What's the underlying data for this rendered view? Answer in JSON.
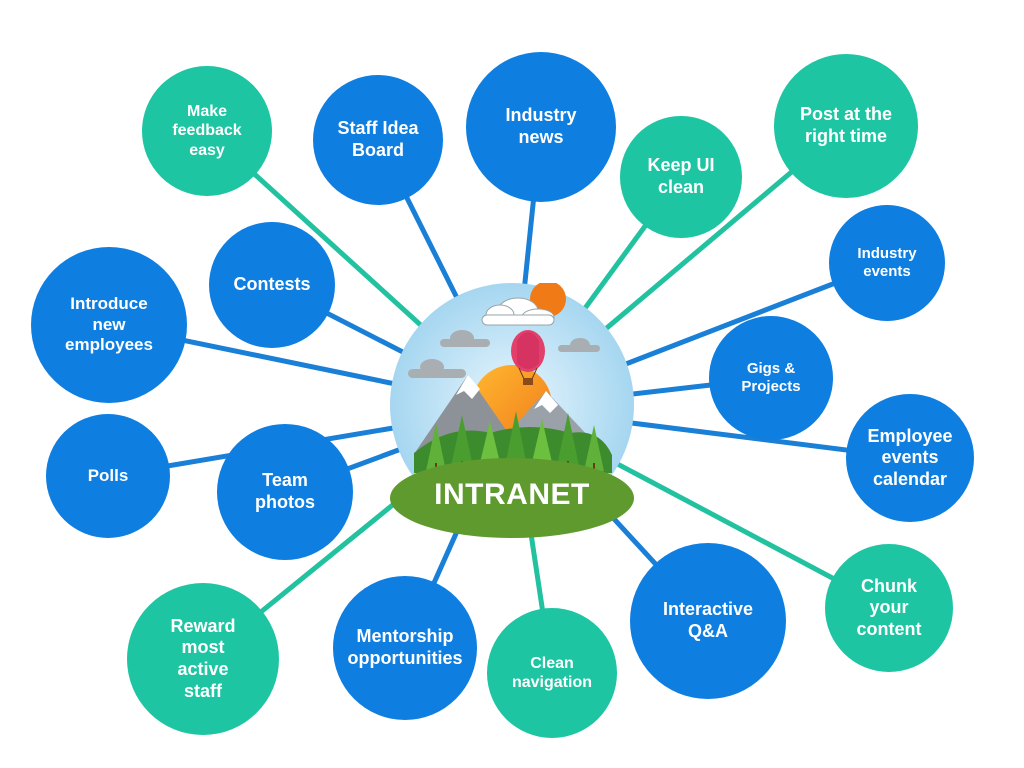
{
  "colors": {
    "blue": "#0f7ee1",
    "teal": "#1ec5a2",
    "connector_blue": "#1a7fd6",
    "connector_teal": "#22c2a0",
    "hub_ellipse": "#5e9a2e",
    "sky": "#bfe3f5"
  },
  "center": {
    "label": "INTRANET",
    "illustration": "mountain-landscape-hot-air-balloon"
  },
  "nodes": [
    {
      "id": "make-feedback-easy",
      "label": "Make\nfeedback\neasy",
      "color": "teal"
    },
    {
      "id": "staff-idea-board",
      "label": "Staff Idea\nBoard",
      "color": "blue"
    },
    {
      "id": "industry-news",
      "label": "Industry\nnews",
      "color": "blue"
    },
    {
      "id": "keep-ui-clean",
      "label": "Keep UI\nclean",
      "color": "teal"
    },
    {
      "id": "post-at-the-right-time",
      "label": "Post at the\nright time",
      "color": "teal"
    },
    {
      "id": "industry-events",
      "label": "Industry\nevents",
      "color": "blue"
    },
    {
      "id": "contests",
      "label": "Contests",
      "color": "blue"
    },
    {
      "id": "introduce-new-employees",
      "label": "Introduce\nnew\nemployees",
      "color": "blue"
    },
    {
      "id": "gigs-and-projects",
      "label": "Gigs &\nProjects",
      "color": "blue"
    },
    {
      "id": "polls",
      "label": "Polls",
      "color": "blue"
    },
    {
      "id": "employee-events-calendar",
      "label": "Employee\nevents\ncalendar",
      "color": "blue"
    },
    {
      "id": "team-photos",
      "label": "Team\nphotos",
      "color": "blue"
    },
    {
      "id": "chunk-your-content",
      "label": "Chunk\nyour\ncontent",
      "color": "teal"
    },
    {
      "id": "reward-most-active-staff",
      "label": "Reward\nmost\nactive\nstaff",
      "color": "teal"
    },
    {
      "id": "mentorship-opportunities",
      "label": "Mentorship\nopportunities",
      "color": "blue"
    },
    {
      "id": "clean-navigation",
      "label": "Clean\nnavigation",
      "color": "teal"
    },
    {
      "id": "interactive-qa",
      "label": "Interactive\nQ&A",
      "color": "blue"
    }
  ]
}
